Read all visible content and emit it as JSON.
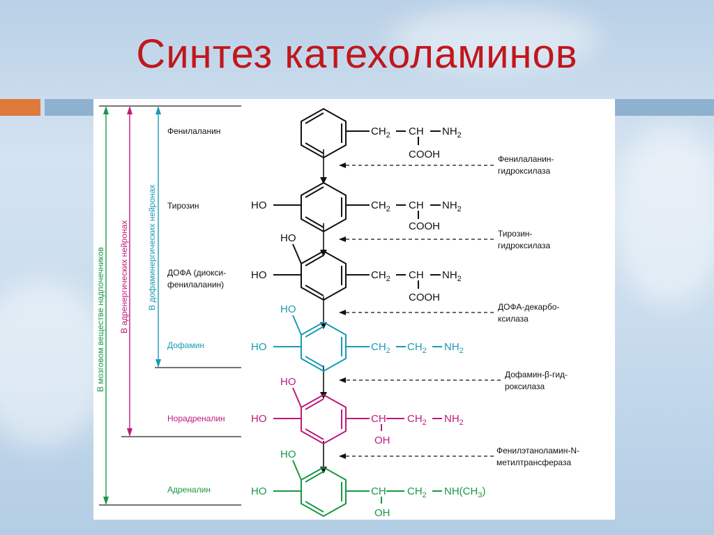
{
  "title": "Синтез катехоламинов",
  "colors": {
    "title": "#c0171c",
    "black": "#111111",
    "dopamine": "#1a9ab5",
    "noradrenaline": "#c0197a",
    "adrenaline": "#189844",
    "green_arrow": "#189844",
    "magenta_arrow": "#c0197a",
    "blue_arrow": "#1a9ab5"
  },
  "ranges": {
    "medulla": "В мозговом веществе надпочечников",
    "adrenergic": "В адренергических нейронах",
    "dopaminergic": "В дофаминергических нейронах"
  },
  "compounds": {
    "phenylalanine": "Фенилаланин",
    "tyrosine": "Тирозин",
    "dopa_1": "ДОФА (диокси-",
    "dopa_2": "фенилаланин)",
    "dopamine": "Дофамин",
    "noradrenaline": "Норадреналин",
    "adrenaline": "Адреналин"
  },
  "enzymes": {
    "e1_1": "Фенилаланин-",
    "e1_2": "гидроксилаза",
    "e2_1": "Тирозин-",
    "e2_2": "гидроксилаза",
    "e3_1": "ДОФА-декарбо-",
    "e3_2": "ксилаза",
    "e4_1": "Дофамин-β-гид-",
    "e4_2": "роксилаза",
    "e5_1": "Фенилэтаноламин-N-",
    "e5_2": "метилтрансфераза"
  },
  "groups": {
    "ho": "HO",
    "oh": "OH",
    "cooh": "COOH",
    "ch2": "CH",
    "ch": "CH",
    "nh2": "NH",
    "nh_ch3": "NH(CH",
    "sub2": "2",
    "sub3": "3",
    "dash": "—",
    "close": ")"
  }
}
